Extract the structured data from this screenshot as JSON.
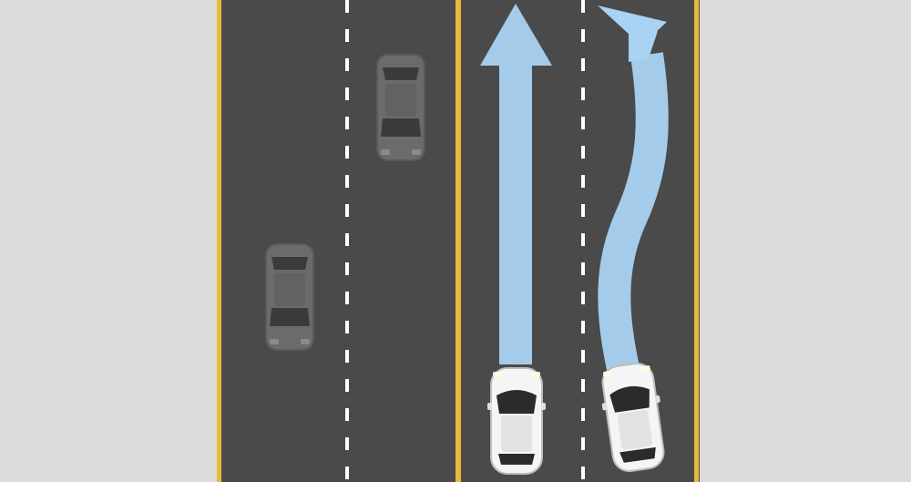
{
  "scene": {
    "type": "road-diagram",
    "roads": [
      {
        "name": "left-road",
        "lanes": 2,
        "direction": "down",
        "vehicles": [
          {
            "name": "oncoming-car-far",
            "faded": true
          },
          {
            "name": "oncoming-car-near",
            "faded": true
          }
        ]
      },
      {
        "name": "right-road",
        "lanes": 2,
        "direction": "up",
        "vehicles": [
          {
            "name": "car-straight",
            "faded": false
          },
          {
            "name": "car-weaving",
            "faded": false
          }
        ]
      }
    ],
    "arrows": [
      {
        "name": "straight-path-arrow",
        "shape": "straight"
      },
      {
        "name": "weaving-path-arrow",
        "shape": "weaving"
      }
    ]
  },
  "colors": {
    "background": "#dcdcdc",
    "asphalt": "#4a4a4a",
    "edge_line": "#e8b93a",
    "lane_dash": "#ffffff",
    "arrow": "#a9d3f2",
    "car_white": "#f4f4f4",
    "car_faded": "#6a6a6a"
  }
}
